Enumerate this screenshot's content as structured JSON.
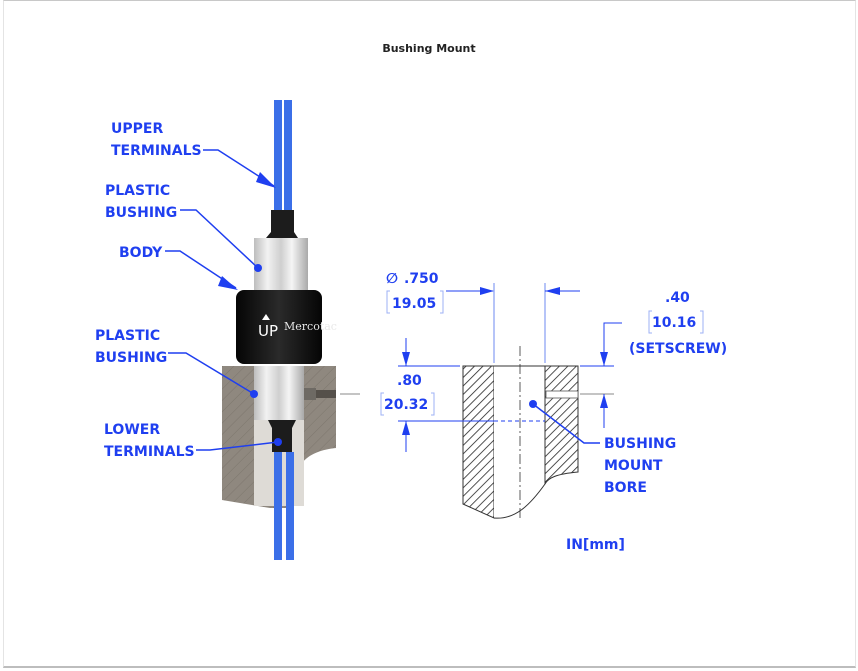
{
  "title": "Bushing Mount",
  "labels": {
    "upper_terminals": [
      "UPPER",
      "TERMINALS"
    ],
    "plastic_bushing_upper": [
      "PLASTIC",
      "BUSHING"
    ],
    "body": "BODY",
    "plastic_bushing_lower": [
      "PLASTIC",
      "BUSHING"
    ],
    "lower_terminals": [
      "LOWER",
      "TERMINALS"
    ],
    "bushing_mount_bore": [
      "BUSHING",
      "MOUNT",
      "BORE"
    ]
  },
  "dimensions": {
    "bore_diameter": {
      "symbol": "∅",
      "inches": ".750",
      "mm": "19.05"
    },
    "setscrew_depth": {
      "inches": ".40",
      "mm": "10.16",
      "note": "(SETSCREW)"
    },
    "bore_depth": {
      "inches": ".80",
      "mm": "20.32"
    }
  },
  "units": "IN[mm]",
  "brand": {
    "up_logo": "UP",
    "name": "Mercotac"
  },
  "colors": {
    "accent": "#1f3ff0",
    "terminal": "#3b6fe8",
    "body": "#111111",
    "metal": "#8c857d"
  }
}
